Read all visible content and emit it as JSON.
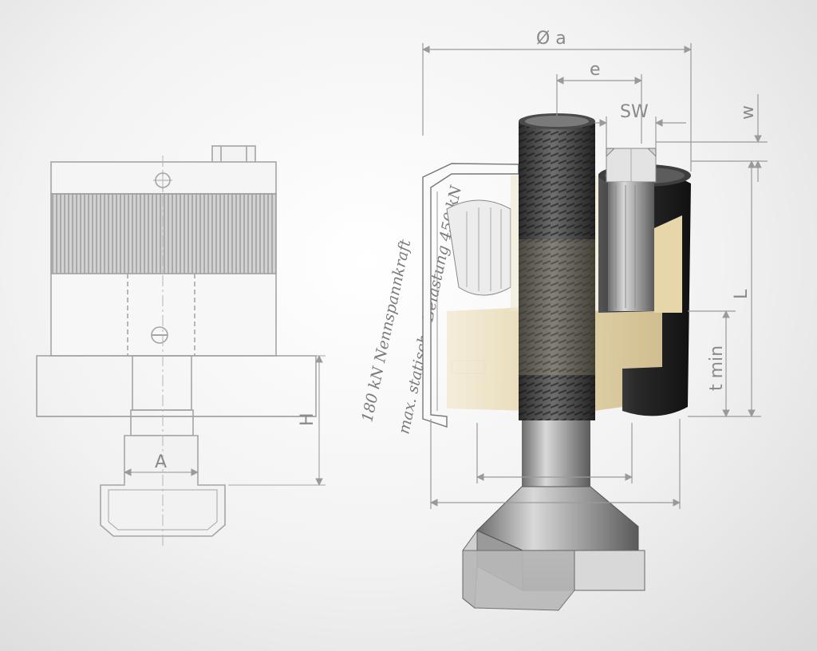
{
  "labels": {
    "dia": "Ø a",
    "e": "e",
    "sw": "SW",
    "w": "w",
    "L": "L",
    "tmin": "t min",
    "H": "H",
    "A": "A"
  },
  "notes": {
    "force": "180 kN  Nennspannkraft",
    "load": "max. statische Belastung  450 kN"
  },
  "colors": {
    "line": "#9a9a9a",
    "brass": "#e6d8b4",
    "dark": "#3a3a3a",
    "steel": "#8c8c8c"
  }
}
